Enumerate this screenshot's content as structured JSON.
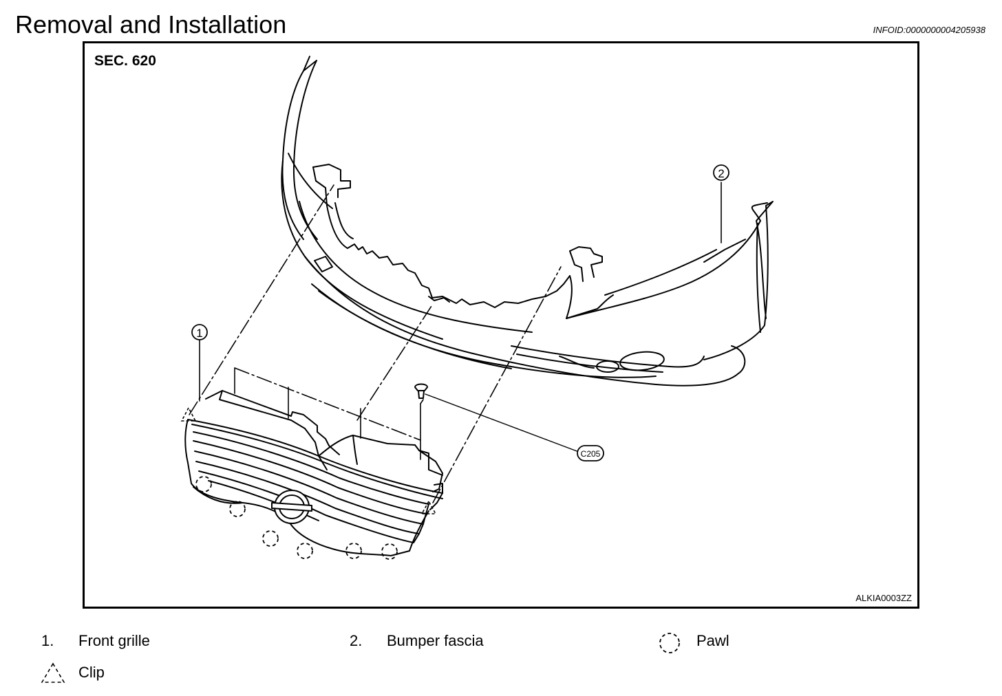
{
  "header": {
    "title": "Removal and Installation",
    "info_id": "INFOID:0000000004205938"
  },
  "figure": {
    "section": "SEC. 620",
    "figure_code": "ALKIA0003ZZ",
    "callouts": {
      "item_1": "1",
      "item_2": "2",
      "clip_part": "C205"
    }
  },
  "legend": {
    "items": [
      {
        "number": "1.",
        "label": "Front grille"
      },
      {
        "number": "2.",
        "label": "Bumper fascia"
      }
    ],
    "symbols": [
      {
        "icon": "dashed-circle-icon",
        "label": "Pawl"
      },
      {
        "icon": "dashed-triangle-icon",
        "label": "Clip"
      }
    ]
  }
}
